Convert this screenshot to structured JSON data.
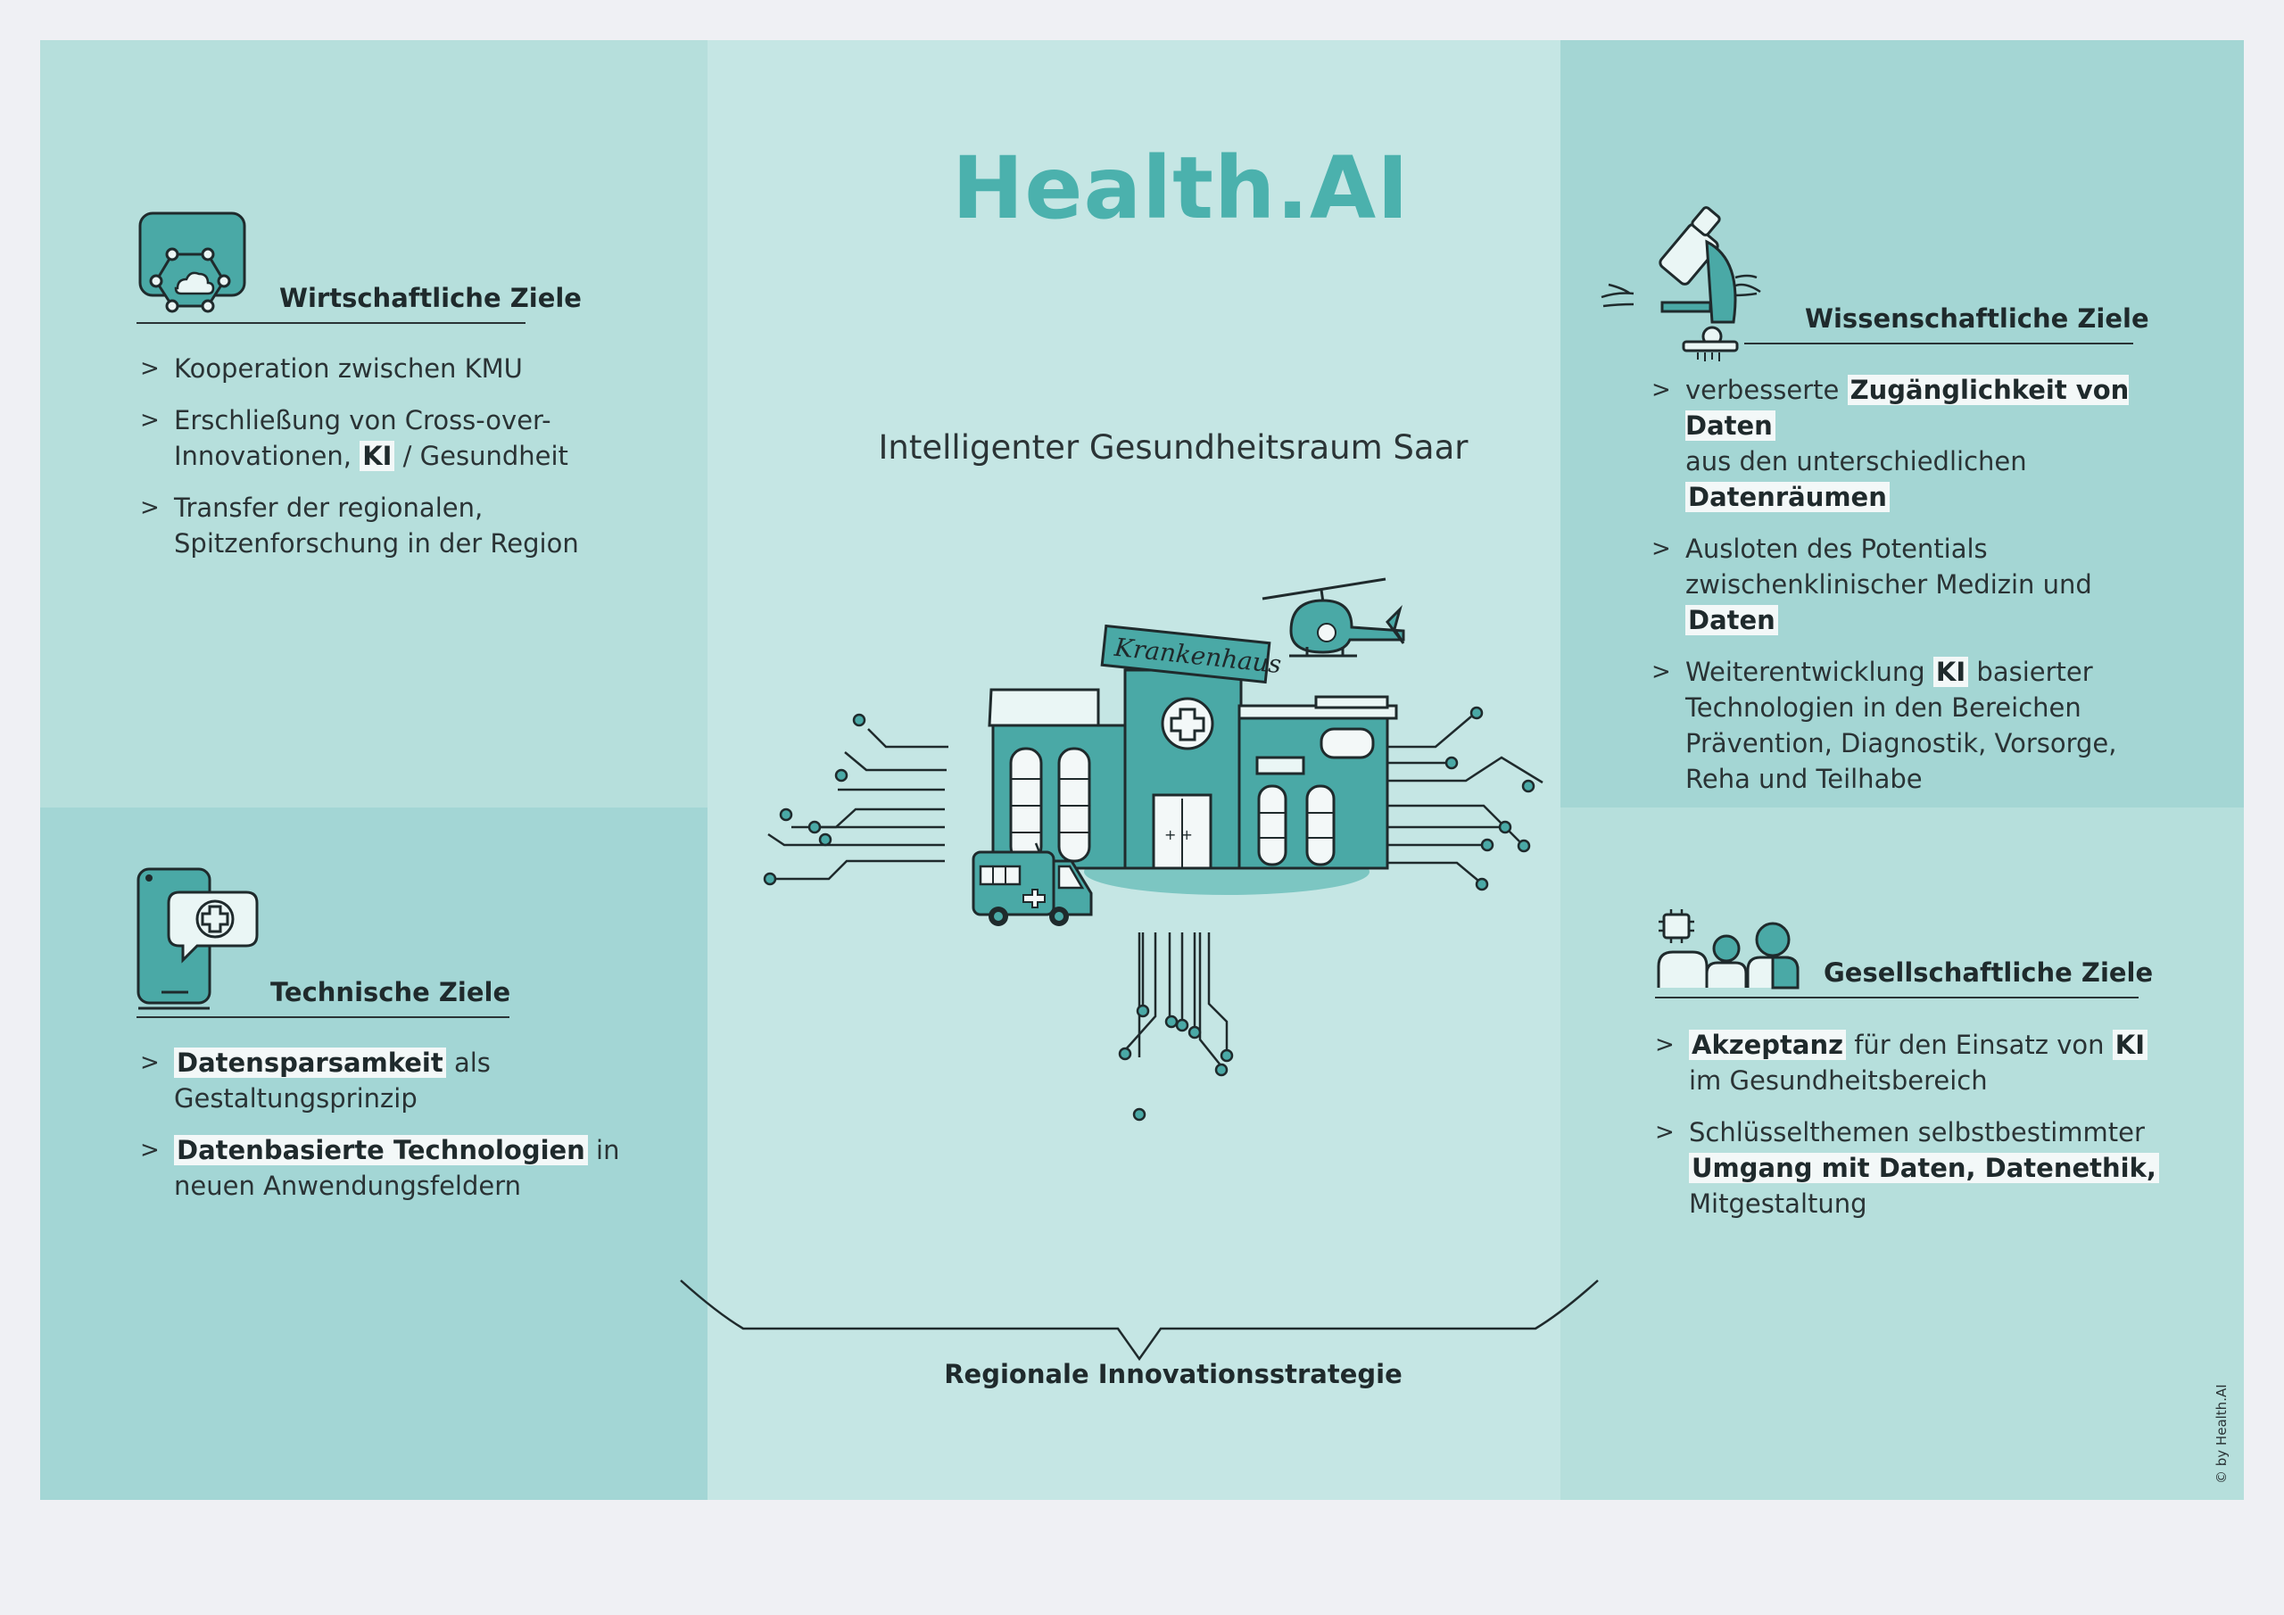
{
  "title": "Health.AI",
  "subtitle": "Intelligenter Gesundheitsraum Saar",
  "illustration": {
    "building_sign": "Krankenhaus"
  },
  "strategy_label": "Regionale Innovationsstrategie",
  "copyright": "© by Health.AI",
  "colors": {
    "accent": "#4bb1ad",
    "teal_icon": "#4aa9a6",
    "panel_light": "#b6dfdc",
    "panel_dark": "#a3d6d5",
    "center": "#c5e6e4"
  },
  "sections": {
    "economic": {
      "heading": "Wirtschaftliche Ziele",
      "icon": "cloud-network-icon",
      "items": [
        {
          "parts": [
            {
              "text": "Kooperation zwischen KMU",
              "hl": false
            }
          ]
        },
        {
          "parts": [
            {
              "text": "Erschließung von Cross-over-",
              "hl": false
            },
            {
              "text": "Innovationen, ",
              "hl": false
            },
            {
              "text": "KI",
              "hl": true
            },
            {
              "text": " / Gesundheit",
              "hl": false
            }
          ]
        },
        {
          "parts": [
            {
              "text": "Transfer der regionalen,",
              "hl": false
            },
            {
              "text": "Spitzenforschung in der Region",
              "hl": false
            }
          ]
        }
      ]
    },
    "technical": {
      "heading": "Technische Ziele",
      "icon": "mobile-health-icon",
      "items": [
        {
          "parts": [
            {
              "text": "Datensparsamkeit",
              "hl": true
            },
            {
              "text": " als",
              "hl": false
            },
            {
              "text": "Gestaltungsprinzip",
              "hl": false
            }
          ]
        },
        {
          "parts": [
            {
              "text": "Datenbasierte Technologien",
              "hl": true
            },
            {
              "text": " in",
              "hl": false
            },
            {
              "text": "neuen Anwendungsfeldern",
              "hl": false
            }
          ]
        }
      ]
    },
    "scientific": {
      "heading": "Wissenschaftliche Ziele",
      "icon": "microscope-icon",
      "items": [
        {
          "parts": [
            {
              "text": "verbesserte ",
              "hl": false
            },
            {
              "text": "Zugänglichkeit von Daten",
              "hl": true
            },
            {
              "text": "aus den unterschiedlichen ",
              "hl": false
            },
            {
              "text": "Datenräumen",
              "hl": true
            }
          ]
        },
        {
          "parts": [
            {
              "text": "Ausloten des Potentials zwischen",
              "hl": false
            },
            {
              "text": "klinischer Medizin und ",
              "hl": false
            },
            {
              "text": "Daten",
              "hl": true
            }
          ]
        },
        {
          "parts": [
            {
              "text": "Weiterentwicklung ",
              "hl": false
            },
            {
              "text": "KI",
              "hl": true
            },
            {
              "text": " basierter",
              "hl": false
            },
            {
              "text": "Technologien in den Bereichen",
              "hl": false
            },
            {
              "text": "Prävention, Diagnostik, Vorsorge,",
              "hl": false
            },
            {
              "text": "Reha und Teilhabe",
              "hl": false
            }
          ]
        }
      ]
    },
    "social": {
      "heading": "Gesellschaftliche Ziele",
      "icon": "people-chip-icon",
      "items": [
        {
          "parts": [
            {
              "text": "Akzeptanz",
              "hl": true
            },
            {
              "text": " für den Einsatz von ",
              "hl": false
            },
            {
              "text": "KI",
              "hl": true
            },
            {
              "text": "im Gesundheitsbereich",
              "hl": false
            }
          ]
        },
        {
          "parts": [
            {
              "text": "Schlüsselthemen selbstbestimmter",
              "hl": false
            },
            {
              "text": "Umgang mit Daten, Datenethik,",
              "hl": true
            },
            {
              "text": "Mitgestaltung",
              "hl": false
            }
          ]
        }
      ]
    }
  }
}
